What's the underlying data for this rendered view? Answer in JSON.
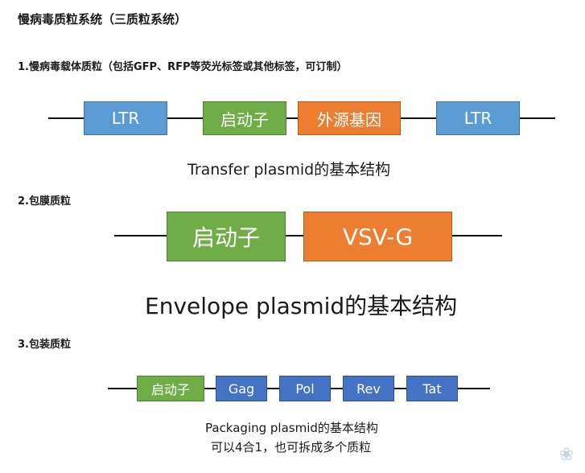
{
  "title": "慢病毒质粒系统（三质粒系统）",
  "transfer": {
    "heading": "1.慢病毒载体质粒（包括GFP、RFP等荧光标签或其他标签，可订制）",
    "boxes": [
      "LTR",
      "启动子",
      "外源基因",
      "LTR"
    ],
    "caption": "Transfer plasmid的基本结构"
  },
  "envelope": {
    "heading": "2.包膜质粒",
    "boxes": [
      "启动子",
      "VSV-G"
    ],
    "caption": "Envelope plasmid的基本结构"
  },
  "packaging": {
    "heading": "3.包装质粒",
    "boxes": [
      "启动子",
      "Gag",
      "Pol",
      "Rev",
      "Tat"
    ],
    "caption_line1": "Packaging plasmid的基本结构",
    "caption_line2": "可以4合1，也可拆成多个质粒"
  },
  "colors": {
    "ltr_blue": "#5b9bd5",
    "promoter_green": "#70ad47",
    "gene_orange": "#ed7d31",
    "packaging_blue": "#4472c4"
  }
}
